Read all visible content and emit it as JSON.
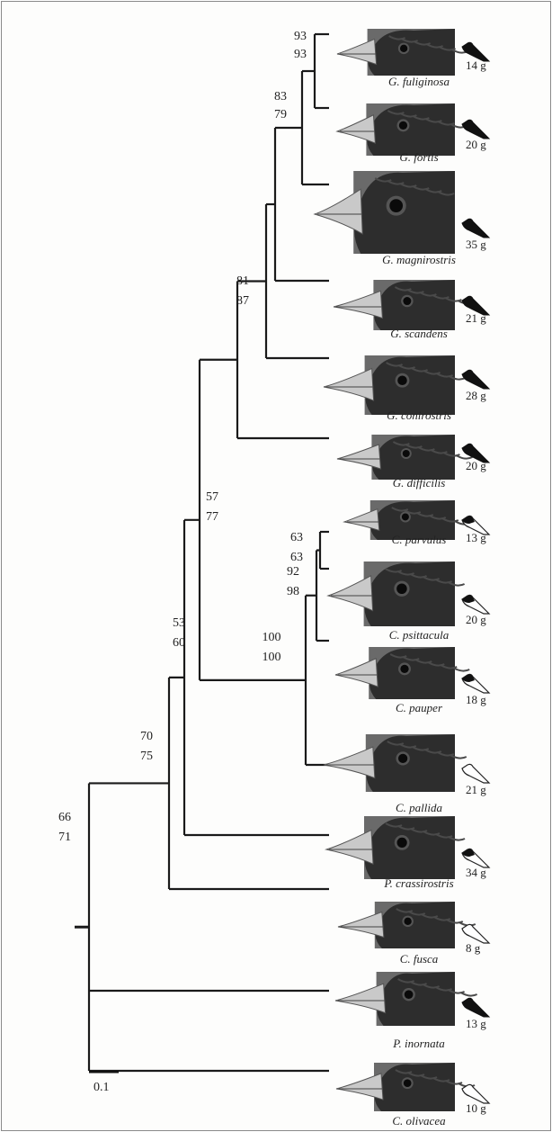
{
  "scale_bar": {
    "label": "0.1"
  },
  "colors": {
    "branch": "#1a1a1a",
    "text": "#222222",
    "silhouette_dark": "#111111",
    "silhouette_open": "#ffffff"
  },
  "species": [
    {
      "id": "g-fuliginosa",
      "name": "G. fuliginosa",
      "mass": "14 g",
      "silhouette": "dark-bird-icon",
      "beak": "small-conical"
    },
    {
      "id": "g-fortis",
      "name": "G. fortis",
      "mass": "20 g",
      "silhouette": "dark-bird-icon",
      "beak": "medium-conical"
    },
    {
      "id": "g-magnirostris",
      "name": "G. magnirostris",
      "mass": "35 g",
      "silhouette": "dark-bird-icon",
      "beak": "large-conical"
    },
    {
      "id": "g-scandens",
      "name": "G. scandens",
      "mass": "21 g",
      "silhouette": "dark-bird-icon",
      "beak": "long-pointed"
    },
    {
      "id": "g-conirostris",
      "name": "G. conirostris",
      "mass": "28 g",
      "silhouette": "dark-bird-icon",
      "beak": "long-conical"
    },
    {
      "id": "g-difficilis",
      "name": "G. difficilis",
      "mass": "20 g",
      "silhouette": "dark-bird-icon",
      "beak": "pointed"
    },
    {
      "id": "c-parvulus",
      "name": "C. parvulus",
      "mass": "13 g",
      "silhouette": "black-white-bird-icon",
      "beak": "small-curved"
    },
    {
      "id": "c-psittacula",
      "name": "C. psittacula",
      "mass": "20 g",
      "silhouette": "black-white-bird-icon",
      "beak": "parrot-like"
    },
    {
      "id": "c-pauper",
      "name": "C. pauper",
      "mass": "18 g",
      "silhouette": "black-white-bird-icon",
      "beak": "curved"
    },
    {
      "id": "c-pallida",
      "name": "C. pallida",
      "mass": "21 g",
      "silhouette": "open-bird-icon",
      "beak": "long-pointed"
    },
    {
      "id": "p-crassirostris",
      "name": "P. crassirostris",
      "mass": "34 g",
      "silhouette": "black-white-bird-icon",
      "beak": "thick-conical"
    },
    {
      "id": "c-fusca",
      "name": "C. fusca",
      "mass": "8 g",
      "silhouette": "open-bird-icon",
      "beak": "thin-pointed"
    },
    {
      "id": "p-inornata",
      "name": "P. inornata",
      "mass": "13 g",
      "silhouette": "dark-bird-icon",
      "beak": "pointed"
    },
    {
      "id": "c-olivacea",
      "name": "C. olivacea",
      "mass": "10 g",
      "silhouette": "open-bird-icon",
      "beak": "thin-pointed"
    }
  ],
  "tree": {
    "id": "n-root",
    "sup": [
      "66",
      "71"
    ],
    "children": [
      {
        "id": "n-70",
        "sup": [
          "70",
          "75"
        ],
        "children": [
          {
            "id": "n-53",
            "sup": [
              "53",
              "60"
            ],
            "children": [
              {
                "id": "n-57",
                "sup": [
                  "57",
                  "77"
                ],
                "children": [
                  {
                    "id": "n-81",
                    "sup": [
                      "81",
                      "87"
                    ],
                    "children": [
                      {
                        "id": "n-g-core",
                        "sup": [],
                        "children": [
                          {
                            "id": "n-g-sub",
                            "sup": [],
                            "children": [
                              {
                                "id": "n-83",
                                "sup": [
                                  "83",
                                  "79"
                                ],
                                "children": [
                                  {
                                    "id": "n-93",
                                    "sup": [
                                      "93",
                                      "93"
                                    ],
                                    "children": [
                                      {
                                        "leaf": "g-fuliginosa"
                                      },
                                      {
                                        "leaf": "g-fortis"
                                      }
                                    ]
                                  },
                                  {
                                    "leaf": "g-magnirostris"
                                  }
                                ]
                              },
                              {
                                "leaf": "g-scandens"
                              }
                            ]
                          },
                          {
                            "leaf": "g-conirostris"
                          }
                        ]
                      },
                      {
                        "leaf": "g-difficilis"
                      }
                    ]
                  },
                  {
                    "id": "n-100",
                    "sup": [
                      "100",
                      "100"
                    ],
                    "children": [
                      {
                        "id": "n-92",
                        "sup": [
                          "92",
                          "98"
                        ],
                        "children": [
                          {
                            "id": "n-63",
                            "sup": [
                              "63",
                              "63"
                            ],
                            "children": [
                              {
                                "leaf": "c-parvulus"
                              },
                              {
                                "leaf": "c-psittacula"
                              }
                            ]
                          },
                          {
                            "leaf": "c-pauper"
                          }
                        ]
                      },
                      {
                        "leaf": "c-pallida"
                      }
                    ]
                  }
                ]
              },
              {
                "leaf": "p-crassirostris"
              }
            ]
          },
          {
            "leaf": "c-fusca"
          }
        ]
      },
      {
        "leaf": "p-inornata"
      },
      {
        "leaf": "c-olivacea"
      }
    ]
  }
}
